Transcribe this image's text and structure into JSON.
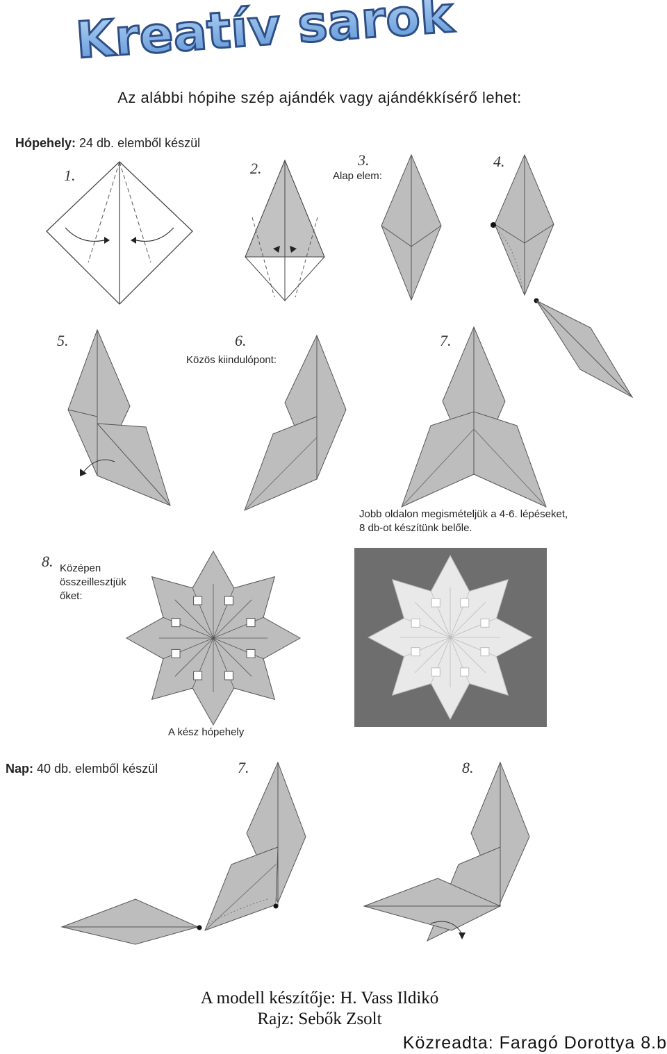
{
  "header": {
    "title": "Kreatív sarok",
    "subtitle": "Az alábbi hópihe szép ajándék vagy ajándékkísérő lehet:"
  },
  "snowflake": {
    "heading_bold": "Hópehely:",
    "heading_rest": " 24 db. elemből készül",
    "steps": {
      "s1": "1.",
      "s2": "2.",
      "s3": "3.",
      "s4": "4.",
      "s5": "5.",
      "s6": "6.",
      "s7": "7.",
      "s8": "8."
    },
    "base_element_label": "Alap elem:",
    "common_start_label": "Közös kiindulópont:",
    "repeat_note_line1": "Jobb oldalon megismételjük a 4-6. lépéseket,",
    "repeat_note_line2": "8 db-ot készítünk belőle.",
    "glue_note": [
      "Középen",
      "összeillesztjük",
      "őket:"
    ],
    "finished_label": "A kész hópehely"
  },
  "sun": {
    "heading_bold": "Nap:",
    "heading_rest": " 40 db. elemből készül",
    "steps": {
      "s7": "7.",
      "s8": "8."
    }
  },
  "footer": {
    "model_author": "A modell készítője: H. Vass Ildikó",
    "drawing_author": "Rajz: Sebők Zsolt",
    "published_by": "Közreadta: Faragó Dorottya 8.b"
  },
  "colors": {
    "banner_fill": "#7fb0e6",
    "banner_outline": "#2d4f86",
    "paper_gray": "#bdbdbd",
    "photo_bg": "#6e6e6e"
  }
}
